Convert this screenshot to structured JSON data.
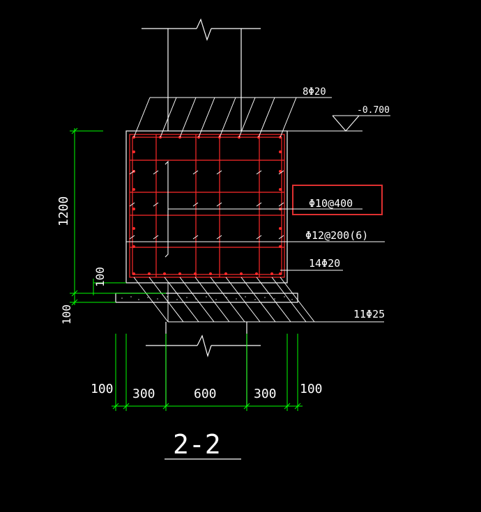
{
  "drawing": {
    "section_title": "2-2",
    "elevation": "-0.700",
    "labels": {
      "top_bars": "8Φ20",
      "stirrup_highlighted": "Φ10@400",
      "stirrups": "Φ12@200(6)",
      "side_bars": "14Φ20",
      "bottom_bars": "11Φ25"
    },
    "dims_vertical": {
      "height": "1200",
      "cushion_upper": "100",
      "cushion_lower": "100"
    },
    "dims_horizontal": {
      "left_outer": "100",
      "left": "300",
      "middle": "600",
      "right": "300",
      "right_outer": "100"
    }
  },
  "colors": {
    "background": "#000000",
    "lines": "#ffffff",
    "rebar": "#ff2a2a",
    "dimension": "#00ff00",
    "highlight_box": "#e03030"
  }
}
